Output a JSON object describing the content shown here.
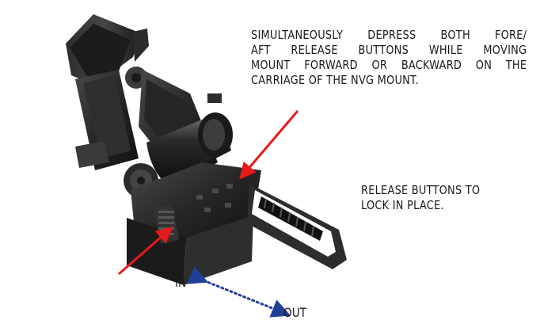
{
  "instructions": {
    "main_lines": [
      "SIMULTANEOUSLY DEPRESS BOTH  FORE/",
      "AFT RELEASE BUTTONS WHILE MOVING",
      "MOUNT FORWARD OR BACKWARD ON THE",
      "CARRIAGE OF THE NVG MOUNT."
    ],
    "lock_lines": [
      "RELEASE BUTTONS TO",
      "LOCK IN PLACE."
    ]
  },
  "direction": {
    "in_label": "IN",
    "out_label": "OUT"
  },
  "colors": {
    "pointer_arrow": "#e8191a",
    "direction_arrow": "#1f3f99",
    "mount_dark": "#1e1e1e",
    "mount_mid": "#3a3a3a",
    "mount_light": "#5b5b5b"
  },
  "icons": {
    "pointer_arrow": "red-arrow",
    "direction_arrow": "dotted-double-arrow"
  }
}
